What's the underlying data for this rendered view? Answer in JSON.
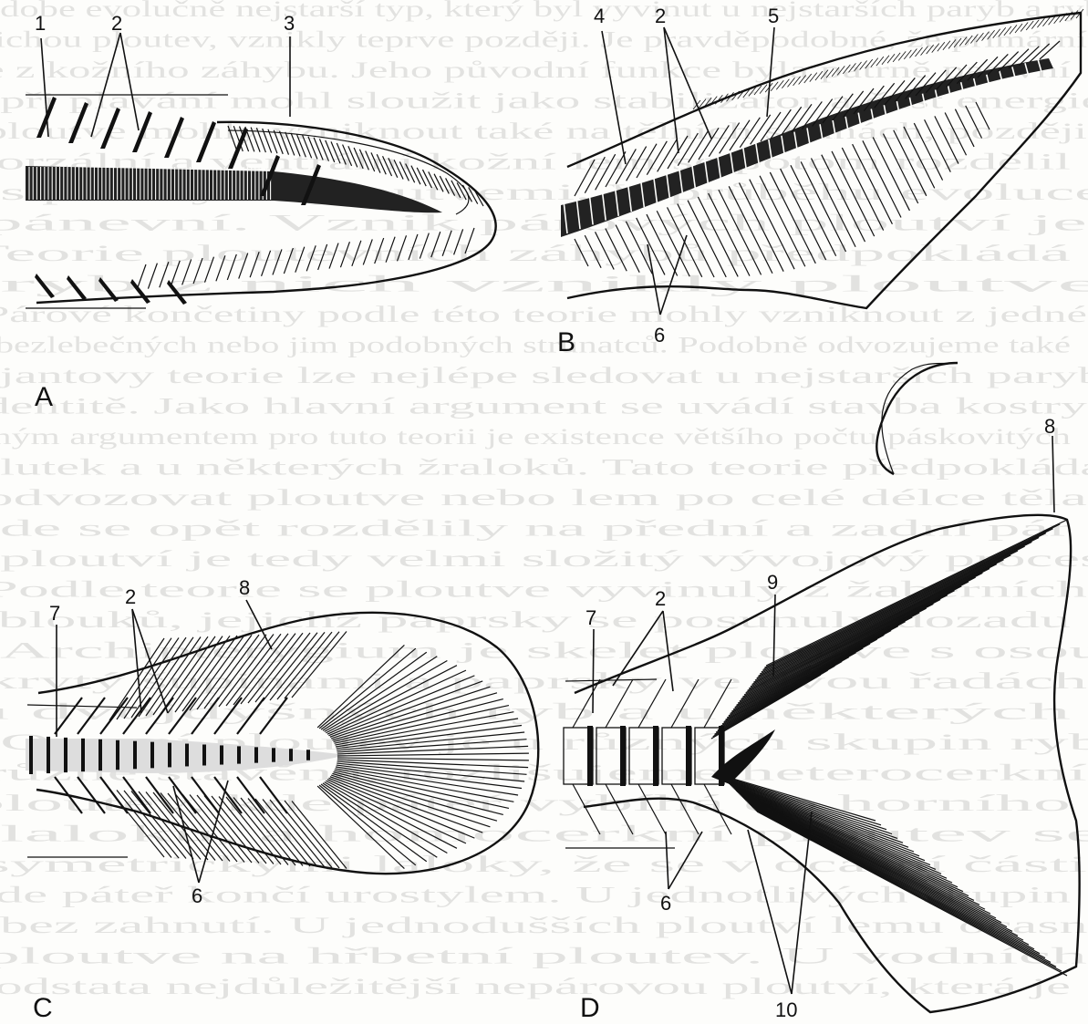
{
  "panels": [
    {
      "id": "A",
      "label": "A"
    },
    {
      "id": "B",
      "label": "B"
    },
    {
      "id": "C",
      "label": "C"
    },
    {
      "id": "D",
      "label": "D"
    }
  ],
  "callouts": {
    "A_1": "1",
    "A_2": "2",
    "A_3": "3",
    "B_4": "4",
    "B_2": "2",
    "B_5": "5",
    "B_6": "6",
    "C_7": "7",
    "C_2": "2",
    "C_8": "8",
    "C_6": "6",
    "D_8": "8",
    "D_7": "7",
    "D_2": "2",
    "D_9": "9",
    "D_6": "6",
    "D_10": "10"
  },
  "background_text": [
    "dobe evolučně nejstarší typ, který byl vyvinut u nejstarších paryb a ryb",
    "lichou ploutev, vznikly teprve později. Je pravděpodobné, že primární",
    "se z kožního záhybu. Jeho původní funkce byla patrně pasivní",
    "při plavání mohl sloužit jako stabilizátor a část energie",
    "ploutve mohly vzniknout také na tělních stranách, později",
    "dorzální a ventrální kožní lem se potom rozdělil",
    "s párovými ploutvemi. V průběhu evoluce",
    "pánevní. Vznik párových ploutví je",
    "Teorie ploutevních záhybů předpokládá",
    "ryb z nich vznikly ploutve",
    "Párové končetiny podle této teorie mohly vzniknout z jedné",
    "ů bezlebečných nebo jim podobných strunatců. Podobně odvozujeme také",
    "jantovy teorie lze nejlépe sledovat u nejstarších paryb",
    "dentitě. Jako hlavní argument se uvádí stavba kostry",
    "Jiným argumentem pro tuto teorii je existence většího počtu páskovitých",
    "lutek a u některých žraloků. Tato teorie předpokládá",
    "odvozovat ploutve nebo lem po celé délce těla",
    "kde se opět rozdělily na přední a zadní pár",
    "ploutví je tedy velmi složitý vývojový proces",
    "Podle teorie se ploutve vyvinuly z žaberních",
    "oblouků, jejichž paprsky se posunuly dozadu",
    "Archipterygium je skelet ploutve s osou",
    "krytý šupinami a paprsky ve dvou řadách",
    "u dvojdyšných ryb a u některých",
    "Ocasní ploutev je u různých skupin ryb",
    "různě stavěná, rozlišujeme heterocerkní",
    "ploutev, kde páteř vybíhá do horního",
    "laloku, a homocerkní ploutev se",
    "symetrickými laloky, že se v ocasní části",
    "kde páteř končí urostylem. U jednotlivých skupin",
    "bez zahnutí. U jednodušších ploutví lemu ocasní",
    "ploutve na hřbetní ploutev. U vodních",
    "podstata nejdůležitější nepárovou ploutví, která je"
  ]
}
